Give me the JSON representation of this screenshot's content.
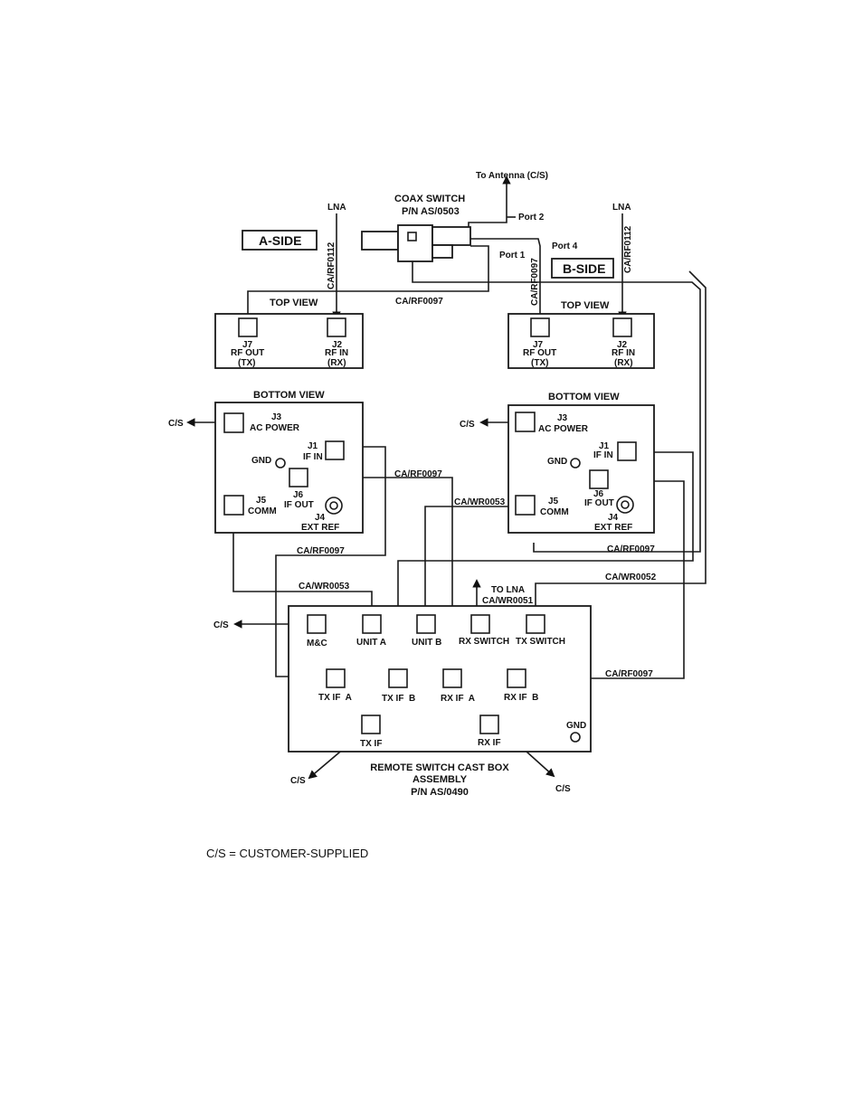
{
  "labels": {
    "antenna": "To Antenna (C/S)",
    "coax_title": "COAX SWITCH",
    "coax_pn": "P/N AS/0503",
    "port1": "Port 1",
    "port2": "Port 2",
    "port4": "Port 4",
    "lna": "LNA",
    "a_side": "A-SIDE",
    "b_side": "B-SIDE",
    "cable_rf0112": "CA/RF0112",
    "cable_rf0097": "CA/RF0097",
    "cable_wr0053": "CA/WR0053",
    "cable_wr0052": "CA/WR0052",
    "cable_wr0051": "CA/WR0051",
    "top_view": "TOP VIEW",
    "bottom_view": "BOTTOM VIEW",
    "j7": "J7",
    "rf_out": "RF OUT",
    "tx_paren": "(TX)",
    "j2": "J2",
    "rf_in": "RF IN",
    "rx_paren": "(RX)",
    "j3": "J3",
    "ac_power": "AC POWER",
    "j1": "J1",
    "if_in": "IF IN",
    "gnd": "GND",
    "j6": "J6",
    "if_out": "IF OUT",
    "j5": "J5",
    "comm": "COMM",
    "j4": "J4",
    "ext_ref": "EXT REF",
    "cs": "C/S",
    "to_lna": "TO LNA",
    "mc": "M&C",
    "unit_a": "UNIT A",
    "unit_b": "UNIT B",
    "rx_switch": "RX SWITCH",
    "tx_switch": "TX SWITCH",
    "tx_if_a": "TX IF  A",
    "tx_if_b": "TX IF  B",
    "rx_if_a": "RX IF  A",
    "rx_if_b": "RX IF  B",
    "tx_if": "TX IF",
    "rx_if": "RX IF",
    "assembly_line1": "REMOTE SWITCH CAST BOX",
    "assembly_line2": "ASSEMBLY",
    "assembly_line3": "P/N AS/0490"
  },
  "legend": "C/S = CUSTOMER-SUPPLIED"
}
